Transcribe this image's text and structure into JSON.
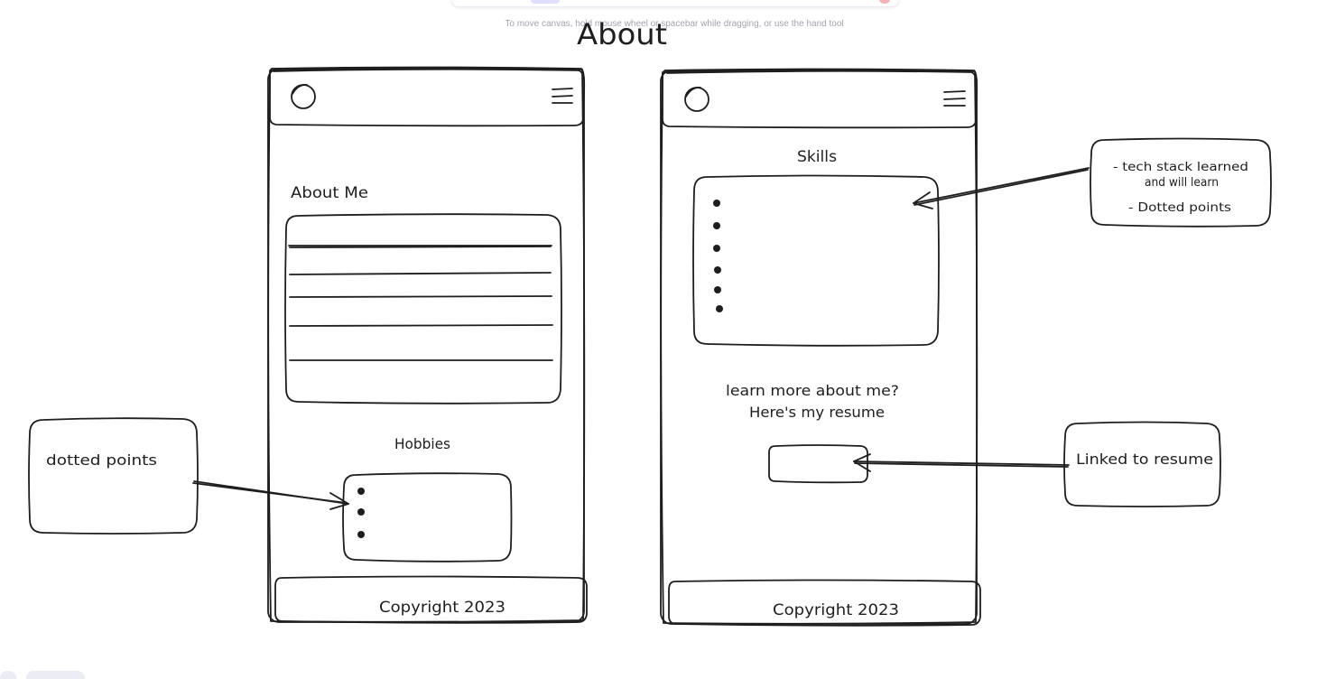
{
  "hint": "To move canvas, hold mouse wheel or spacebar while dragging, or use the hand tool",
  "page_title": "About",
  "frame1": {
    "about_heading": "About Me",
    "hobbies_heading": "Hobbies",
    "footer_text": "Copyright 2023"
  },
  "frame2": {
    "skills_heading": "Skills",
    "resume_line1": "learn more about me?",
    "resume_line2": "Here's my resume",
    "footer_text": "Copyright 2023"
  },
  "notes": {
    "dotted": "dotted points",
    "tech_line1": "- tech stack learned",
    "tech_line2": "and will learn",
    "tech_line3": "- Dotted points",
    "linked": "Linked to resume"
  },
  "colors": {
    "stroke": "#1e1e1e",
    "toolbar_selected": "#e0dfff",
    "hint_text": "#a3a3ad"
  }
}
